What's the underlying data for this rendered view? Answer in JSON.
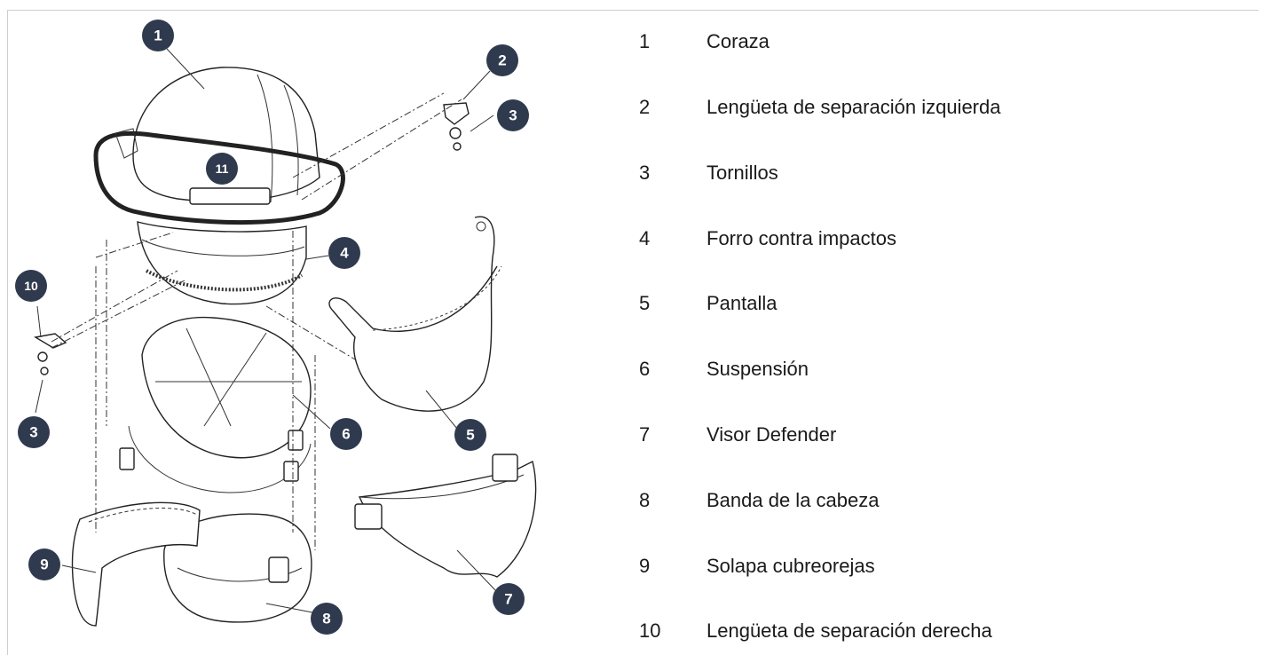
{
  "legend": [
    {
      "num": "1",
      "label": "Coraza"
    },
    {
      "num": "2",
      "label": "Lengüeta de separación izquierda"
    },
    {
      "num": "3",
      "label": "Tornillos"
    },
    {
      "num": "4",
      "label": "Forro contra impactos"
    },
    {
      "num": "5",
      "label": "Pantalla"
    },
    {
      "num": "6",
      "label": "Suspensión"
    },
    {
      "num": "7",
      "label": "Visor Defender"
    },
    {
      "num": "8",
      "label": "Banda de la cabeza"
    },
    {
      "num": "9",
      "label": "Solapa cubreorejas"
    },
    {
      "num": "10",
      "label": "Lengüeta de separación derecha"
    }
  ],
  "callouts": {
    "c1": "1",
    "c2": "2",
    "c3a": "3",
    "c3b": "3",
    "c4": "4",
    "c5": "5",
    "c6": "6",
    "c7": "7",
    "c8": "8",
    "c9": "9",
    "c10": "10",
    "c11": "11"
  },
  "colors": {
    "callout_fill": "#2f3a4e",
    "text": "#1a1a1a"
  }
}
